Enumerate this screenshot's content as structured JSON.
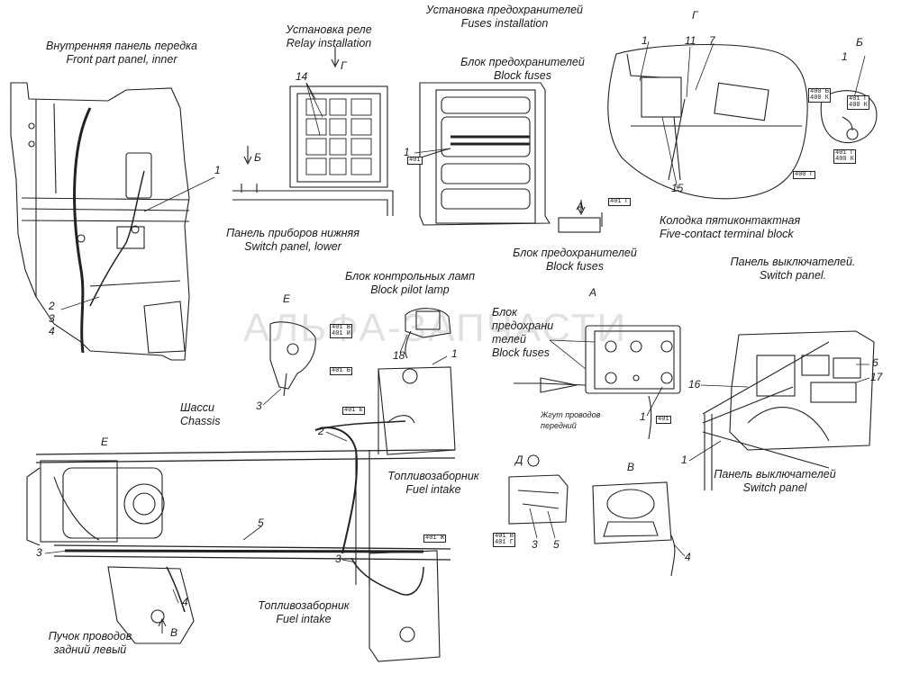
{
  "watermark": "АЛЬФА-ЗАПЧАСТИ",
  "views": {
    "front_panel": {
      "ru": "Внутренняя панель передка",
      "en": "Front part panel, inner"
    },
    "relay": {
      "ru": "Установка реле",
      "en": "Relay installation"
    },
    "fuses": {
      "ru": "Установка предохранителей",
      "en": "Fuses installation"
    },
    "block_fuses_top": {
      "ru": "Блок предохранителей",
      "en": "Block fuses"
    },
    "switch_lower": {
      "ru": "Панель приборов нижняя",
      "en": "Switch panel, lower"
    },
    "block_fuses_bottom": {
      "ru": "Блок предохранителей",
      "en": "Block fuses"
    },
    "terminal_block": {
      "ru": "Колодка пятиконтактная",
      "en": "Five-contact terminal block"
    },
    "switch_panel_top": {
      "ru": "Панель выключателей.",
      "en": "Switch panel."
    },
    "pilot_lamp": {
      "ru": "Блок контрольных ламп",
      "en": "Block pilot lamp"
    },
    "chassis": {
      "ru": "Шасси",
      "en": "Chassis"
    },
    "fuel_intake_1": {
      "ru": "Топливозаборник",
      "en": "Fuel intake"
    },
    "fuel_intake_2": {
      "ru": "Топливозаборник",
      "en": "Fuel intake"
    },
    "switch_panel_bottom": {
      "ru": "Панель выключателей",
      "en": "Switch panel"
    },
    "rear_bundle": {
      "ru1": "Пучок проводов",
      "ru2": "задний левый"
    },
    "block_fuses_A": {
      "ru1": "Блок",
      "ru2": "предохрани",
      "ru3": "телей",
      "en": "Block fuses"
    },
    "harness_note": {
      "line1": "Жгут проводов",
      "line2": "передний"
    }
  },
  "view_letters": {
    "A_top": "A",
    "A_detail": "A",
    "B_relay": "Б",
    "B_top": "Б",
    "G_relay": "Г",
    "G_top": "Г",
    "E_chassis": "E",
    "E_detail": "E",
    "D_detail": "Д",
    "V_chassis": "В",
    "V_detail": "В"
  },
  "callouts": {
    "fp_1": "1",
    "fp_2": "2",
    "fp_3": "3",
    "fp_4": "4",
    "relay_14": "14",
    "fuse_1": "1",
    "g_1": "1",
    "g_11": "11",
    "g_7": "7",
    "g_15": "15",
    "b_1": "1",
    "e_3": "3",
    "lamp_18": "18",
    "lamp_1": "1",
    "ch_2": "2",
    "ch_5": "5",
    "ch_3a": "3",
    "ch_3b": "3",
    "ch_4": "4",
    "a_1": "1",
    "d_3": "3",
    "d_5": "5",
    "v_4": "4",
    "sp_6": "6",
    "sp_17": "17",
    "sp_16": "16",
    "sp_1": "1"
  },
  "wire_tags": {
    "t1": "401 В\n401 И",
    "t2": "401 Е",
    "t3": "401",
    "t4": "401 Г\n400 К",
    "t5": "401 Г\n400 К",
    "t6": "400 Г",
    "t7": "400 Б\n400 К",
    "t8": "401 Г",
    "t9": "401 Ж",
    "t10": "401",
    "t11": "401 В\n401 Г",
    "t12": "401 Б"
  }
}
